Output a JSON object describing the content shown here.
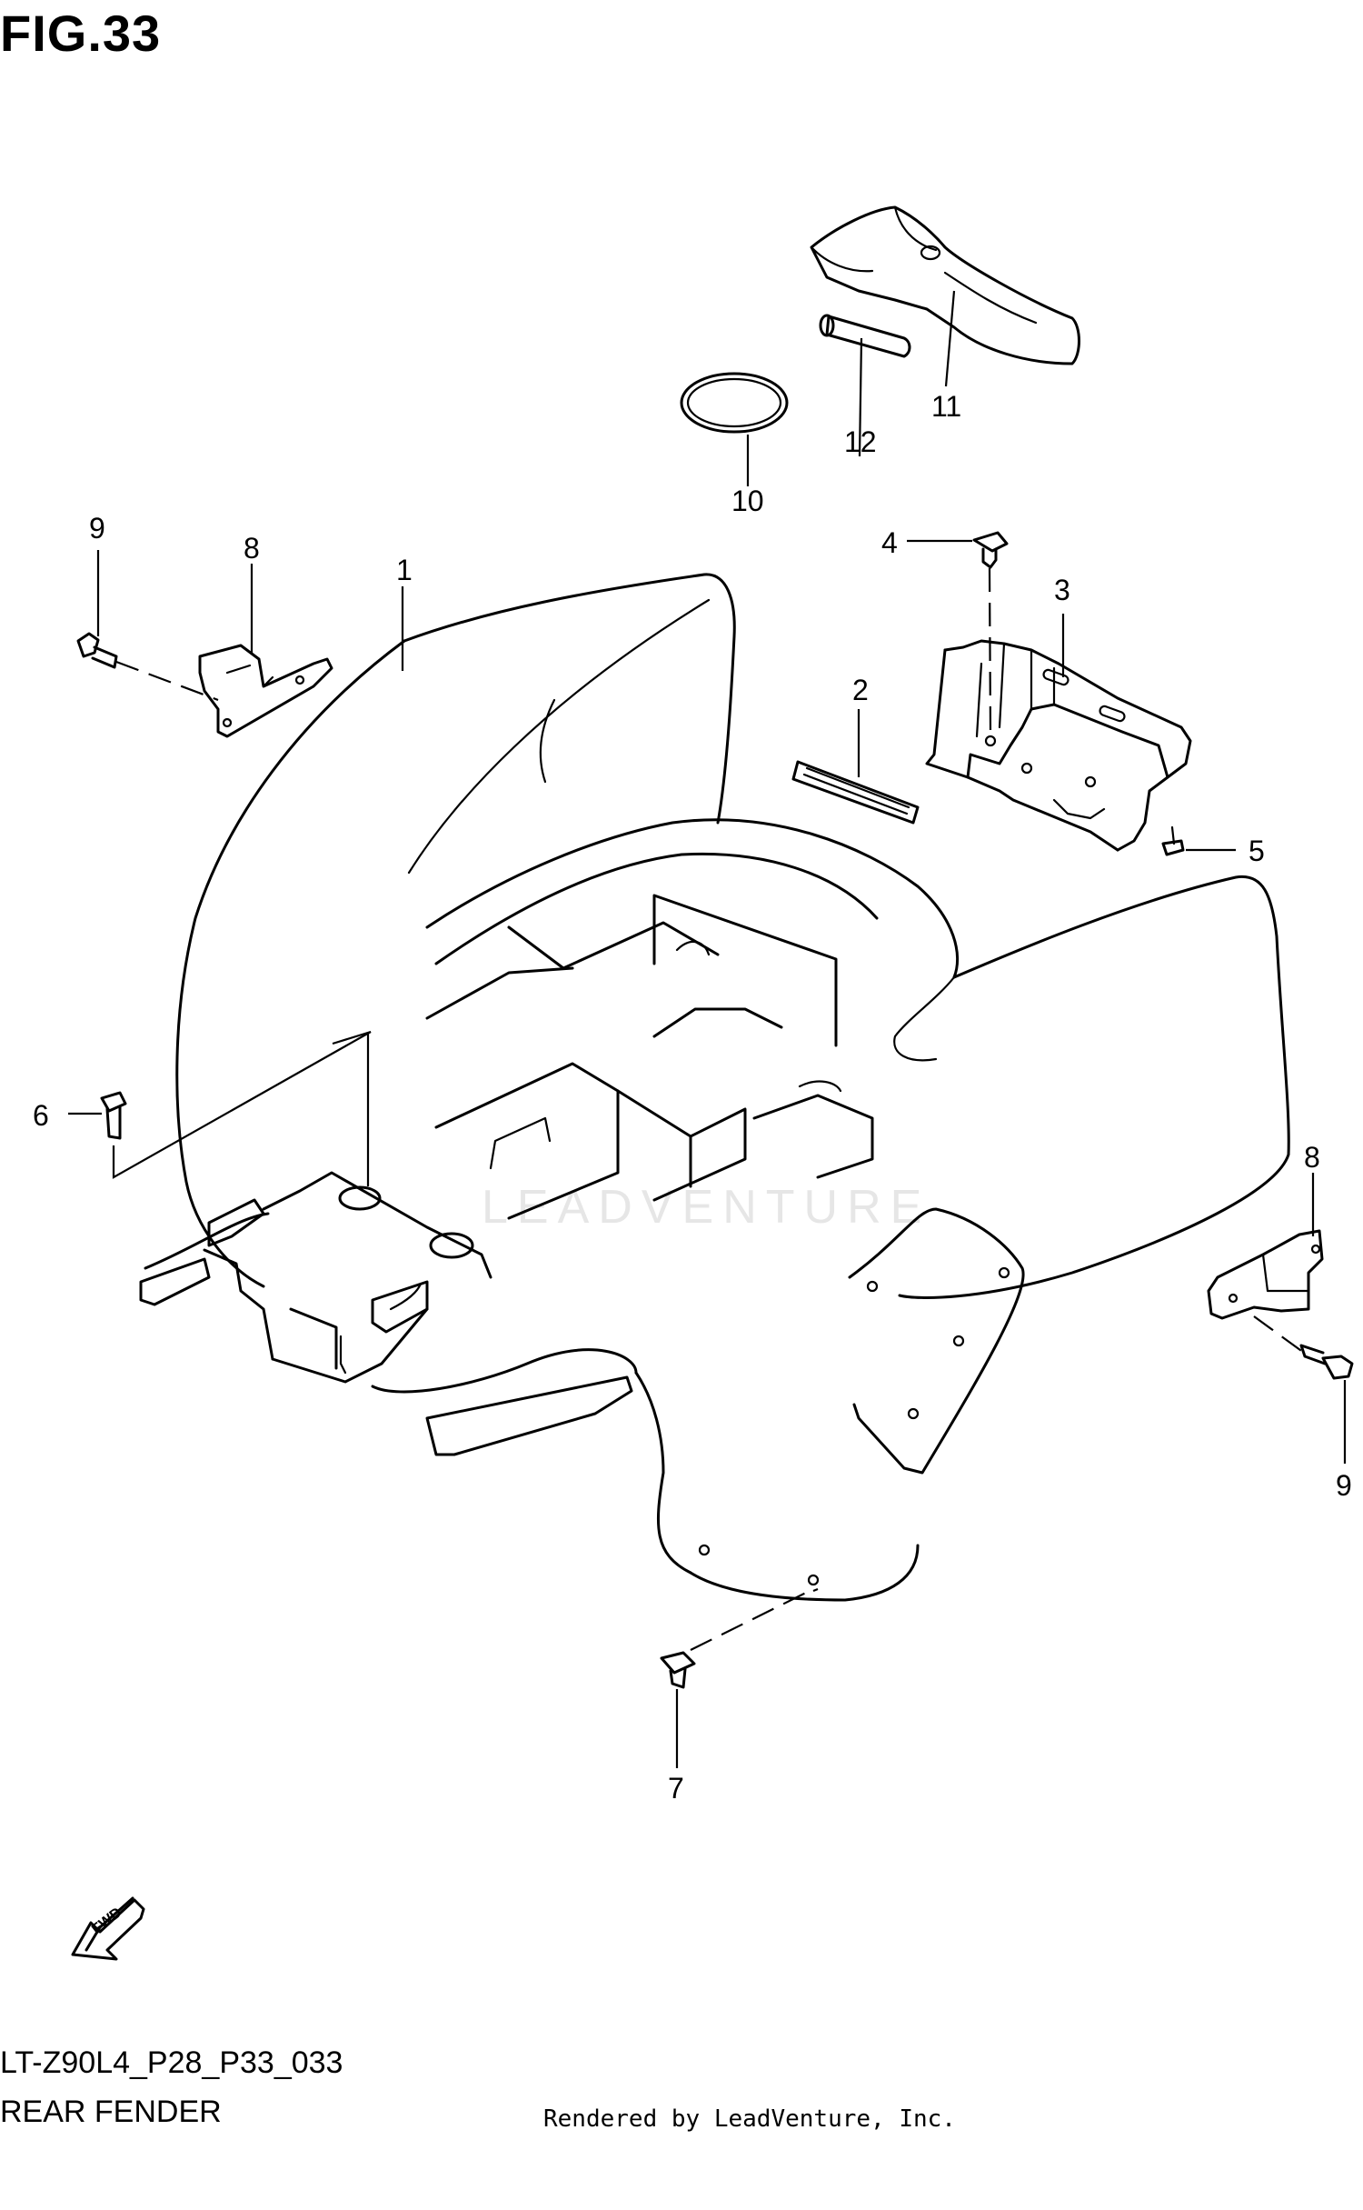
{
  "figure": {
    "title": "FIG.33",
    "code": "LT-Z90L4_P28_P33_033",
    "name": "REAR FENDER",
    "rendered_by": "Rendered by LeadVenture, Inc.",
    "watermark": "LEADVENTURE",
    "fwd_label": "FWD"
  },
  "callouts": [
    {
      "id": "c1",
      "label": "1",
      "part": "rear-fender"
    },
    {
      "id": "c2",
      "label": "2",
      "part": "emblem"
    },
    {
      "id": "c3",
      "label": "3",
      "part": "tool-box"
    },
    {
      "id": "c4",
      "label": "4",
      "part": "clip"
    },
    {
      "id": "c5",
      "label": "5",
      "part": "screw"
    },
    {
      "id": "c6",
      "label": "6",
      "part": "bolt"
    },
    {
      "id": "c7",
      "label": "7",
      "part": "clip"
    },
    {
      "id": "c8a",
      "label": "8",
      "part": "bracket-left"
    },
    {
      "id": "c8b",
      "label": "8",
      "part": "bracket-right"
    },
    {
      "id": "c9a",
      "label": "9",
      "part": "bolt-left"
    },
    {
      "id": "c9b",
      "label": "9",
      "part": "bolt-right"
    },
    {
      "id": "c10",
      "label": "10",
      "part": "band"
    },
    {
      "id": "c11",
      "label": "11",
      "part": "tool-bag"
    },
    {
      "id": "c12",
      "label": "12",
      "part": "tool"
    }
  ]
}
